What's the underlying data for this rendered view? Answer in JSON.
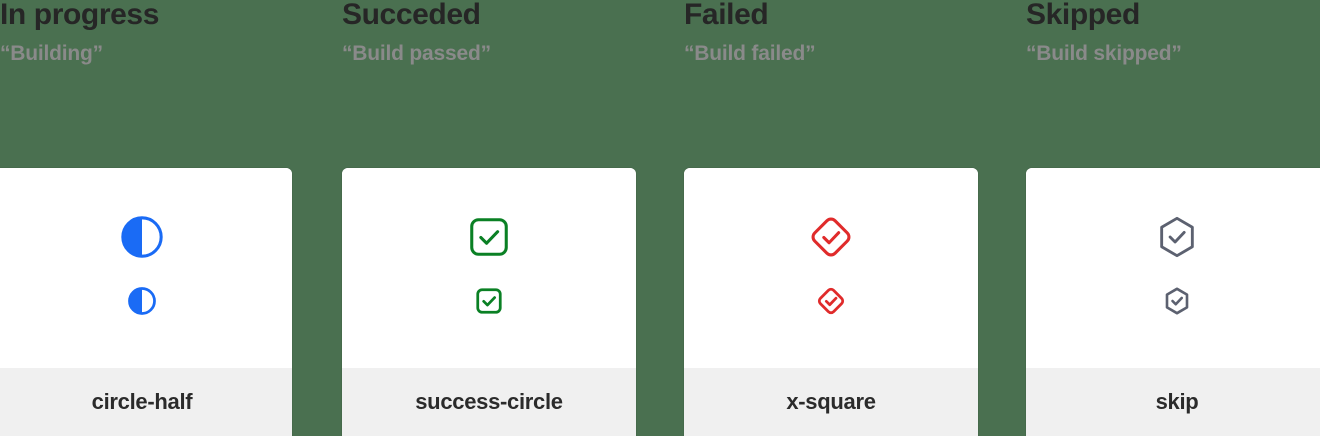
{
  "page": {
    "background_color": "#4a7050",
    "card_background": "#ffffff",
    "card_footer_background": "#f0f0f0"
  },
  "columns": [
    {
      "title": "In progress",
      "subtitle": "“Building”",
      "icon_name": "circle-half",
      "icon_label": "circle-half",
      "icon_color": "#1a6bf5"
    },
    {
      "title": "Succeded",
      "subtitle": "“Build passed”",
      "icon_name": "success-circle",
      "icon_label": "success-circle",
      "icon_color": "#0a8024"
    },
    {
      "title": "Failed",
      "subtitle": "“Build failed”",
      "icon_name": "x-square",
      "icon_label": "x-square",
      "icon_color": "#e02b2b"
    },
    {
      "title": "Skipped",
      "subtitle": "“Build skipped”",
      "icon_name": "skip",
      "icon_label": "skip",
      "icon_color": "#5c6170"
    }
  ]
}
